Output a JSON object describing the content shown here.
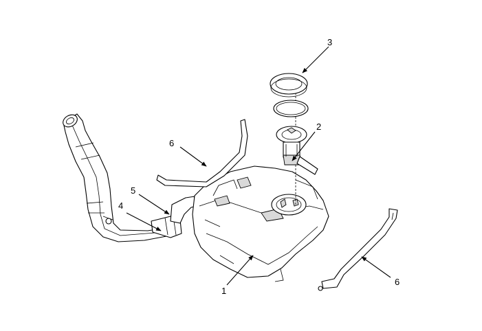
{
  "callouts": {
    "tank": "1",
    "fuel_pump": "2",
    "pump_cover": "3",
    "hose_4": "4",
    "hose_5": "5",
    "band_left": "6",
    "band_right": "6"
  }
}
